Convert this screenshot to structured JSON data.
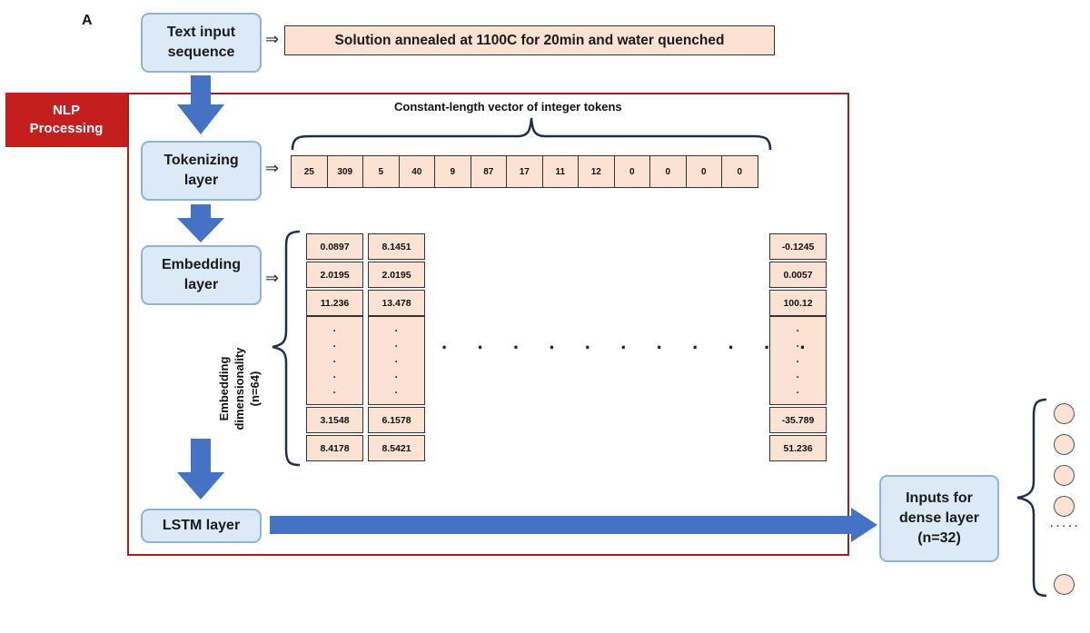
{
  "panel_label": "A",
  "nlp_tag": "NLP\nProcessing",
  "stages": {
    "text_input": "Text input\nsequence",
    "tokenizing": "Tokenizing\nlayer",
    "embedding": "Embedding\nlayer",
    "lstm": "LSTM layer",
    "dense_inputs": "Inputs for\ndense layer\n(n=32)"
  },
  "input_sentence": "Solution annealed at 1100C for 20min and water quenched",
  "arrow_symbol": "⇒",
  "token_caption": "Constant-length vector of integer tokens",
  "tokens": [
    "25",
    "309",
    "5",
    "40",
    "9",
    "87",
    "17",
    "11",
    "12",
    "0",
    "0",
    "0",
    "0"
  ],
  "embedding_caption": "Embedding\ndimensionality\n(n=64)",
  "embedding_columns": [
    {
      "top": [
        "0.0897",
        "2.0195",
        "11.236"
      ],
      "bottom": [
        "3.1548",
        "8.4178"
      ]
    },
    {
      "top": [
        "8.1451",
        "2.0195",
        "13.478"
      ],
      "bottom": [
        "6.1578",
        "8.5421"
      ]
    },
    {
      "top": [
        "-0.1245",
        "0.0057",
        "100.12"
      ],
      "bottom": [
        "-35.789",
        "51.236"
      ]
    }
  ],
  "ellipsis_h": "· · · · · · · · · · ·",
  "ellipsis_v": "·\n·\n·\n·\n·",
  "colors": {
    "stage_fill": "#dce9f7",
    "stage_border": "#8fb3d9",
    "cell_fill": "#fbe2d2",
    "nlp_red": "#c41e1e",
    "flow_arrow": "#4472c4"
  }
}
